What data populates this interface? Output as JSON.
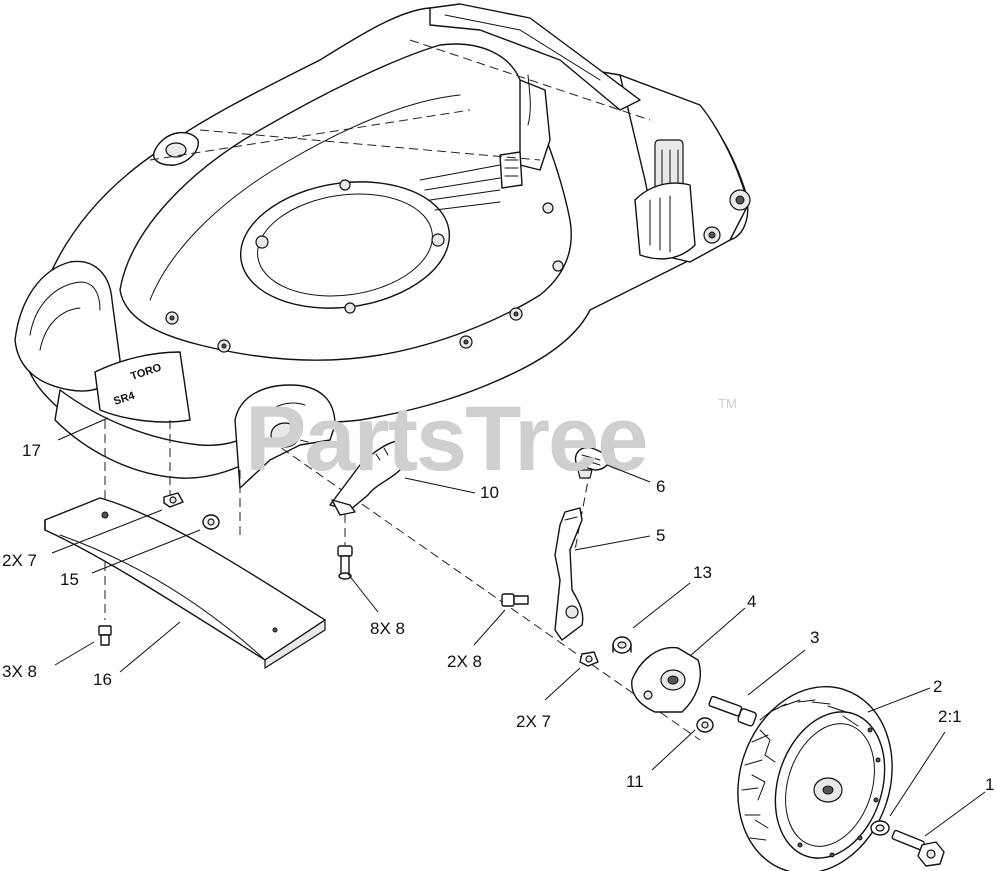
{
  "watermark": {
    "text": "PartsTree",
    "tm": "TM"
  },
  "callouts": [
    {
      "id": "17",
      "text": "17"
    },
    {
      "id": "10",
      "text": "10"
    },
    {
      "id": "6",
      "text": "6"
    },
    {
      "id": "5",
      "text": "5"
    },
    {
      "id": "2x7-left",
      "text": "2X 7"
    },
    {
      "id": "15",
      "text": "15"
    },
    {
      "id": "8x8",
      "text": "8X 8"
    },
    {
      "id": "3x8",
      "text": "3X 8"
    },
    {
      "id": "16",
      "text": "16"
    },
    {
      "id": "13",
      "text": "13"
    },
    {
      "id": "4",
      "text": "4"
    },
    {
      "id": "3",
      "text": "3"
    },
    {
      "id": "2x8",
      "text": "2X 8"
    },
    {
      "id": "2",
      "text": "2"
    },
    {
      "id": "2-1",
      "text": "2:1"
    },
    {
      "id": "2x7-right",
      "text": "2X 7"
    },
    {
      "id": "1",
      "text": "1"
    },
    {
      "id": "11",
      "text": "11"
    }
  ]
}
